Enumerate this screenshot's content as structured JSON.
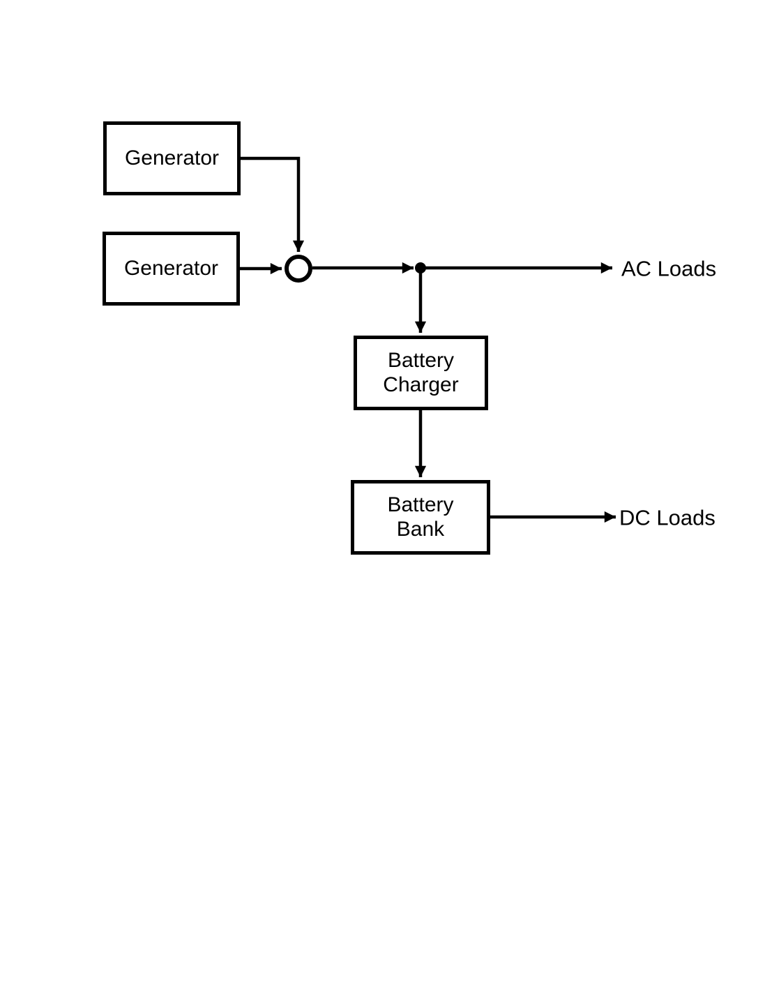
{
  "diagram": {
    "type": "block-diagram",
    "nodes": {
      "generator1": {
        "label": "Generator"
      },
      "generator2": {
        "label": "Generator"
      },
      "battery_charger": {
        "line1": "Battery",
        "line2": "Charger"
      },
      "battery_bank": {
        "line1": "Battery",
        "line2": "Bank"
      }
    },
    "loads": {
      "ac": {
        "label": "AC Loads"
      },
      "dc": {
        "label": "DC Loads"
      }
    },
    "junctions": {
      "summing_junction": {
        "shape": "open-circle"
      },
      "tap_point": {
        "shape": "filled-dot"
      }
    },
    "connections": [
      {
        "from": "generator1",
        "to": "summing_junction",
        "arrow": true
      },
      {
        "from": "generator2",
        "to": "summing_junction",
        "arrow": true
      },
      {
        "from": "summing_junction",
        "to": "tap_point",
        "arrow": true
      },
      {
        "from": "tap_point",
        "to": "ac_loads",
        "arrow": true
      },
      {
        "from": "tap_point",
        "to": "battery_charger",
        "arrow": true
      },
      {
        "from": "battery_charger",
        "to": "battery_bank",
        "arrow": true
      },
      {
        "from": "battery_bank",
        "to": "dc_loads",
        "arrow": true
      }
    ],
    "colors": {
      "line": "#000000",
      "text": "#000000",
      "box_fill": "#ffffff",
      "background": "#ffffff"
    }
  }
}
